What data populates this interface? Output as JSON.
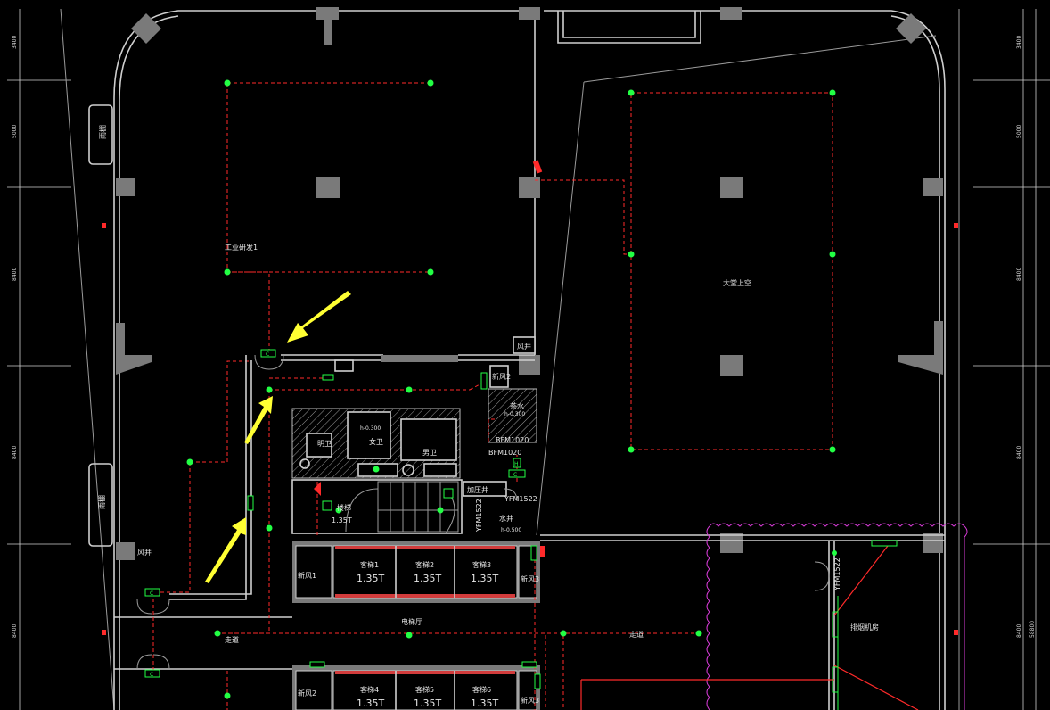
{
  "window": {
    "title": ""
  },
  "dimensions": {
    "left": [
      "3400",
      "5000",
      "8400",
      "8400",
      "8400"
    ],
    "right": [
      "3400",
      "5000",
      "8400",
      "8400",
      "8400"
    ],
    "right_total": "58800"
  },
  "rooms": {
    "industrial_dev_1": "工业研发1",
    "hall_upper": "大堂上空",
    "rain_shed_top": "雨棚",
    "rain_shed_bottom": "雨棚",
    "wind_well_top": "风井",
    "tea_room": "茶水",
    "wash_room": "明卫",
    "toilet_w": "女卫",
    "toilet_m": "男卫",
    "pressure_well": "加压井",
    "stair": "楼梯",
    "water_well": "水井",
    "elevator_hall": "电梯厅",
    "corridor_left": "走道",
    "corridor_right": "走道",
    "smoke_room": "排烟机房",
    "duct_1": "新风1",
    "duct_2": "新风2",
    "duct_3": "新风3",
    "lift_car_1": "客梯1",
    "lift_car_2": "客梯2",
    "lift_car_3": "客梯3",
    "lift_car_4": "客梯4",
    "lift_car_5": "客梯5",
    "lift_car_6": "客梯6",
    "lift_load": "1.35T",
    "fresh_air_1": "新风1",
    "fresh_air_2": "新风2"
  },
  "doors": {
    "bfm_upper": "BFM1020",
    "bfm_lower": "BFM1020",
    "yfm_1": "YFM1522",
    "yfm_2": "YFM1522",
    "yfm_3": "YFM1522",
    "door_c": "C",
    "h_label": "H"
  },
  "elevations": {
    "e1": "h-0.300",
    "e2": "h-0.300",
    "e3": "h-0.500"
  },
  "colors": {
    "background": "#000000",
    "wall": "#cfcfcf",
    "column": "#7a7a7a",
    "fire_line": "#ff2a2a",
    "detector": "#22ff44",
    "annotation_arrow": "#ffff33",
    "revision_cloud": "#d63bd6"
  }
}
